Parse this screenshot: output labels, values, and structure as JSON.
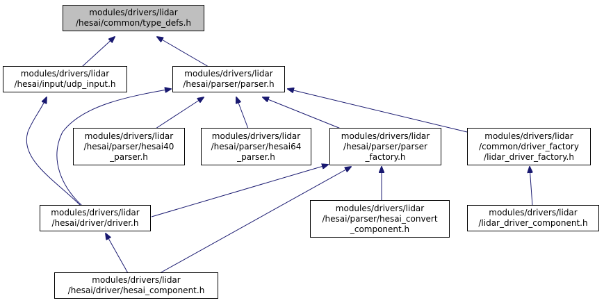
{
  "colors": {
    "edge": "#191970",
    "border": "#000000",
    "root_fill": "#bfbfbf",
    "node_fill": "#ffffff"
  },
  "nodes": [
    {
      "id": "n0",
      "lines": [
        "modules/drivers/lidar",
        "/hesai/common/type_defs.h"
      ],
      "root": true
    },
    {
      "id": "n1",
      "lines": [
        "modules/drivers/lidar",
        "/hesai/input/udp_input.h"
      ]
    },
    {
      "id": "n2",
      "lines": [
        "modules/drivers/lidar",
        "/hesai/parser/parser.h"
      ]
    },
    {
      "id": "n3",
      "lines": [
        "modules/drivers/lidar",
        "/hesai/parser/hesai40",
        "_parser.h"
      ]
    },
    {
      "id": "n4",
      "lines": [
        "modules/drivers/lidar",
        "/hesai/parser/hesai64",
        "_parser.h"
      ]
    },
    {
      "id": "n5",
      "lines": [
        "modules/drivers/lidar",
        "/hesai/parser/parser",
        "_factory.h"
      ]
    },
    {
      "id": "n6",
      "lines": [
        "modules/drivers/lidar",
        "/common/driver_factory",
        "/lidar_driver_factory.h"
      ]
    },
    {
      "id": "n7",
      "lines": [
        "modules/drivers/lidar",
        "/hesai/driver/driver.h"
      ]
    },
    {
      "id": "n8",
      "lines": [
        "modules/drivers/lidar",
        "/hesai/parser/hesai_convert",
        "_component.h"
      ]
    },
    {
      "id": "n9",
      "lines": [
        "modules/drivers/lidar",
        "/lidar_driver_component.h"
      ]
    },
    {
      "id": "n10",
      "lines": [
        "modules/drivers/lidar",
        "/hesai/driver/hesai_component.h"
      ]
    }
  ],
  "edges": [
    {
      "from": "n1",
      "to": "n0"
    },
    {
      "from": "n2",
      "to": "n0"
    },
    {
      "from": "n7",
      "to": "n1"
    },
    {
      "from": "n3",
      "to": "n2"
    },
    {
      "from": "n4",
      "to": "n2"
    },
    {
      "from": "n5",
      "to": "n2"
    },
    {
      "from": "n6",
      "to": "n2"
    },
    {
      "from": "n7",
      "to": "n2"
    },
    {
      "from": "n7",
      "to": "n5"
    },
    {
      "from": "n8",
      "to": "n5"
    },
    {
      "from": "n10",
      "to": "n5"
    },
    {
      "from": "n9",
      "to": "n6"
    },
    {
      "from": "n10",
      "to": "n7"
    }
  ]
}
